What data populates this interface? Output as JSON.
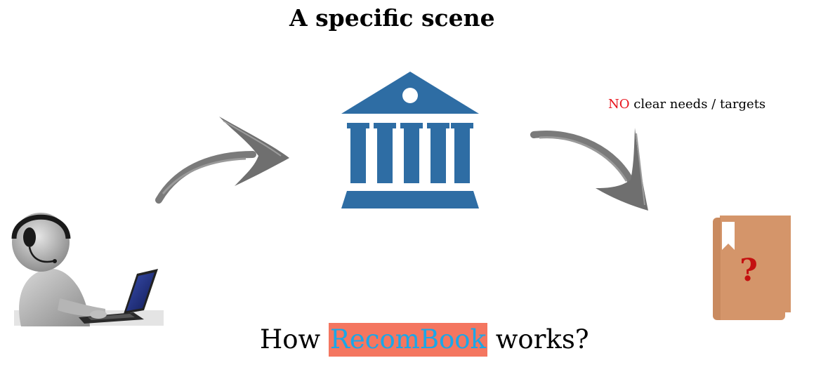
{
  "title": "A specific scene",
  "note": {
    "highlight": "NO",
    "text": " clear needs / targets"
  },
  "question": {
    "prefix": "How ",
    "brand_part1": "Recom",
    "brand_part2": "Book",
    "suffix": " works?"
  },
  "book_icon_symbol": "?",
  "colors": {
    "institution": "#2e6da4",
    "book": "#d4956a",
    "book_mark": "#c41010",
    "arrow": "#777777",
    "highlight_red": "#e8121b",
    "brand_blue": "#1aa7e8",
    "brand_bg": "#f47660"
  },
  "icons": [
    "person-at-laptop-icon",
    "curved-arrow-icon",
    "institution-building-icon",
    "curved-arrow-icon",
    "book-question-icon"
  ]
}
